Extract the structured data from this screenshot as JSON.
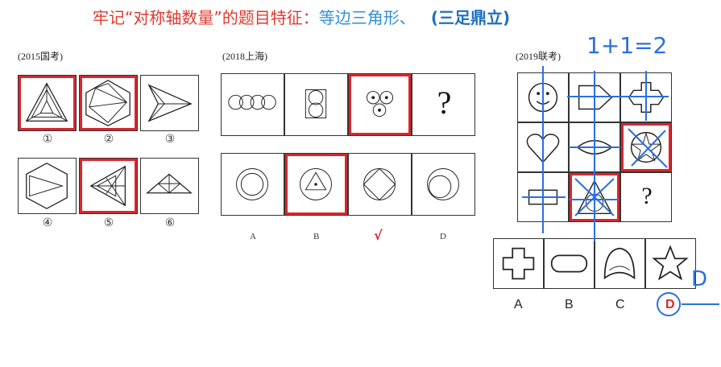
{
  "title": {
    "part1": "牢记“对称轴数量”的题目特征：",
    "part2": "等边三角形、",
    "part3": "(三足鼎立)"
  },
  "problem1": {
    "caption": "(2015国考)",
    "numbers": [
      "①",
      "②",
      "③",
      "④",
      "⑤",
      "⑥"
    ]
  },
  "problem2": {
    "caption": "(2018上海)",
    "question_mark": "?",
    "options": [
      "A",
      "B",
      "√",
      "D"
    ]
  },
  "problem3": {
    "caption": "(2019联考)",
    "handwritten_note": "1+1=2",
    "question_mark": "?",
    "options": [
      "A",
      "B",
      "C",
      "D"
    ],
    "handwritten_answer": "D"
  },
  "colors": {
    "title_red": "#e03a2f",
    "title_blue": "#2f8fd8",
    "highlight_red": "#d9262c",
    "annotation_blue": "#2a6fe0"
  }
}
